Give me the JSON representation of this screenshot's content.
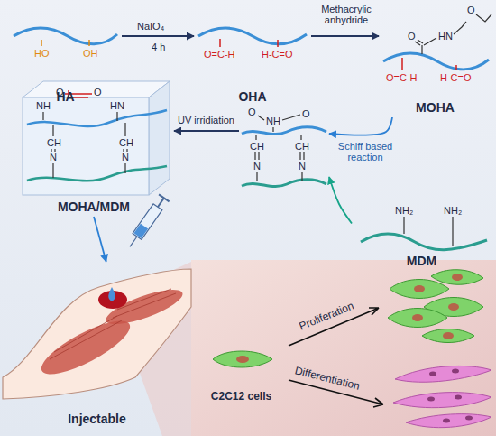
{
  "diagram": {
    "nodes": [
      {
        "text": [
          "HA"
        ]
      },
      {
        "text": [
          "OHA"
        ]
      },
      {
        "text": [
          "MOHA"
        ]
      },
      {
        "text": [
          "O",
          "NH",
          "O",
          "CH",
          "N",
          "CH",
          "N"
        ]
      },
      {
        "text": [
          "MDM"
        ]
      },
      {
        "text": [
          "MOHA/MDM"
        ]
      },
      {
        "text": [
          "Injectable"
        ]
      },
      {
        "text": [
          "C2C12 cells"
        ]
      }
    ],
    "edges": [
      {
        "from": 0,
        "to": 1,
        "arrow": "to",
        "label": "NaIO₄"
      },
      {
        "from": 1,
        "to": 2,
        "arrow": "to",
        "label": "Methacrylic anhydride"
      },
      {
        "from": 2,
        "to": 3,
        "arrow": "to",
        "label": "Schiff based reaction"
      },
      {
        "from": 4,
        "to": 3,
        "arrow": "to"
      },
      {
        "from": 3,
        "to": 5,
        "arrow": "to",
        "label": "UV irridiation"
      },
      {
        "from": 5,
        "to": 6,
        "arrow": "to"
      }
    ],
    "labels": [
      "HO",
      "OH",
      "4 h",
      "O=C-H",
      "H-C=O",
      "O=C-H",
      "H-C=O",
      "HN",
      "O",
      "O",
      "NH₂",
      "NH₂",
      "NH",
      "O",
      "O",
      "HN",
      "CH",
      "N",
      "CH",
      "N",
      "Proliferation",
      "Differentiation"
    ]
  }
}
